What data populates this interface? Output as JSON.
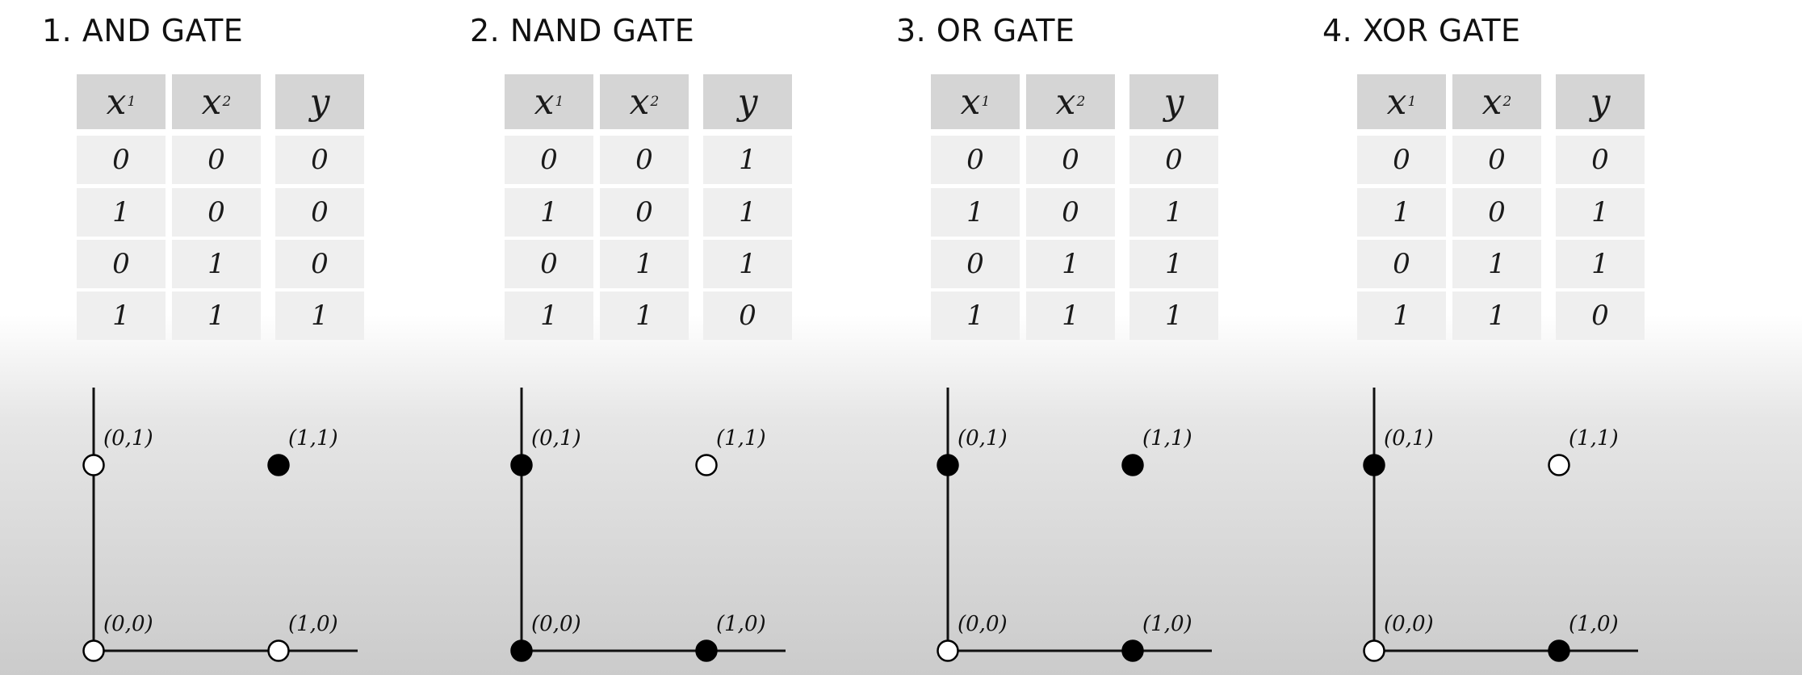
{
  "table_headers": {
    "x1": {
      "base": "x",
      "sub": "1"
    },
    "x2": {
      "base": "x",
      "sub": "2"
    },
    "y": "y"
  },
  "point_labels": [
    "(0,0)",
    "(1,0)",
    "(0,1)",
    "(1,1)"
  ],
  "gates": [
    {
      "title": "1. AND GATE",
      "rows": [
        {
          "x1": "0",
          "x2": "0",
          "y": "0"
        },
        {
          "x1": "1",
          "x2": "0",
          "y": "0"
        },
        {
          "x1": "0",
          "x2": "1",
          "y": "0"
        },
        {
          "x1": "1",
          "x2": "1",
          "y": "1"
        }
      ]
    },
    {
      "title": "2. NAND GATE",
      "rows": [
        {
          "x1": "0",
          "x2": "0",
          "y": "1"
        },
        {
          "x1": "1",
          "x2": "0",
          "y": "1"
        },
        {
          "x1": "0",
          "x2": "1",
          "y": "1"
        },
        {
          "x1": "1",
          "x2": "1",
          "y": "0"
        }
      ]
    },
    {
      "title": "3. OR GATE",
      "rows": [
        {
          "x1": "0",
          "x2": "0",
          "y": "0"
        },
        {
          "x1": "1",
          "x2": "0",
          "y": "1"
        },
        {
          "x1": "0",
          "x2": "1",
          "y": "1"
        },
        {
          "x1": "1",
          "x2": "1",
          "y": "1"
        }
      ]
    },
    {
      "title": "4. XOR GATE",
      "rows": [
        {
          "x1": "0",
          "x2": "0",
          "y": "0"
        },
        {
          "x1": "1",
          "x2": "0",
          "y": "1"
        },
        {
          "x1": "0",
          "x2": "1",
          "y": "1"
        },
        {
          "x1": "1",
          "x2": "1",
          "y": "0"
        }
      ]
    }
  ]
}
